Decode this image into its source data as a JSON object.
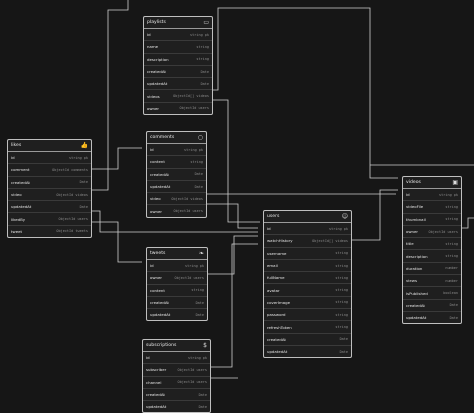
{
  "tables": [
    {
      "key": "playlists",
      "name": "playlists",
      "icon": "book-icon",
      "glyph": "▭",
      "fields": [
        [
          "id",
          "string pk"
        ],
        [
          "name",
          "string"
        ],
        [
          "description",
          "string"
        ],
        [
          "createdAt",
          "Date"
        ],
        [
          "updatedAt",
          "Date"
        ],
        [
          "videos",
          "ObjectId[] videos"
        ],
        [
          "owner",
          "ObjectId users"
        ]
      ]
    },
    {
      "key": "likes",
      "name": "likes",
      "icon": "thumbs-up-icon",
      "glyph": "👍",
      "fields": [
        [
          "id",
          "string pk"
        ],
        [
          "comment",
          "ObjectId comments"
        ],
        [
          "createdAt",
          "Date"
        ],
        [
          "video",
          "ObjectId videos"
        ],
        [
          "updatedAt",
          "Date"
        ],
        [
          "likedBy",
          "ObjectId users"
        ],
        [
          "tweet",
          "ObjectId tweets"
        ]
      ]
    },
    {
      "key": "comments",
      "name": "comments",
      "icon": "chat-bubble-icon",
      "glyph": "○",
      "fields": [
        [
          "id",
          "string pk"
        ],
        [
          "content",
          "string"
        ],
        [
          "createdAt",
          "Date"
        ],
        [
          "updatedAt",
          "Date"
        ],
        [
          "video",
          "ObjectId videos"
        ],
        [
          "owner",
          "ObjectId users"
        ]
      ]
    },
    {
      "key": "tweets",
      "name": "tweets",
      "icon": "bird-icon",
      "glyph": "❧",
      "fields": [
        [
          "id",
          "string pk"
        ],
        [
          "owner",
          "ObjectId users"
        ],
        [
          "content",
          "string"
        ],
        [
          "createdAt",
          "Date"
        ],
        [
          "updatedAt",
          "Date"
        ]
      ]
    },
    {
      "key": "users",
      "name": "users",
      "icon": "user-icon",
      "glyph": "☺",
      "fields": [
        [
          "id",
          "string pk"
        ],
        [
          "watchHistory",
          "ObjectId[] videos"
        ],
        [
          "username",
          "string"
        ],
        [
          "email",
          "string"
        ],
        [
          "fullName",
          "string"
        ],
        [
          "avatar",
          "string"
        ],
        [
          "coverImage",
          "string"
        ],
        [
          "password",
          "string"
        ],
        [
          "refreshToken",
          "string"
        ],
        [
          "createdAt",
          "Date"
        ],
        [
          "updatedAt",
          "Date"
        ]
      ]
    },
    {
      "key": "subscriptions",
      "name": "subscriptions",
      "icon": "dollar-icon",
      "glyph": "$",
      "fields": [
        [
          "id",
          "string pk"
        ],
        [
          "subscriber",
          "ObjectId users"
        ],
        [
          "channel",
          "ObjectId users"
        ],
        [
          "createdAt",
          "Date"
        ],
        [
          "updatedAt",
          "Date"
        ]
      ]
    },
    {
      "key": "videos",
      "name": "videos",
      "icon": "video-camera-icon",
      "glyph": "▣",
      "fields": [
        [
          "id",
          "string pk"
        ],
        [
          "videoFile",
          "string"
        ],
        [
          "thumbnail",
          "string"
        ],
        [
          "owner",
          "ObjectId users"
        ],
        [
          "title",
          "string"
        ],
        [
          "description",
          "string"
        ],
        [
          "duration",
          "number"
        ],
        [
          "views",
          "number"
        ],
        [
          "isPublished",
          "boolean"
        ],
        [
          "createdAt",
          "Date"
        ],
        [
          "updatedAt",
          "Date"
        ]
      ]
    }
  ]
}
